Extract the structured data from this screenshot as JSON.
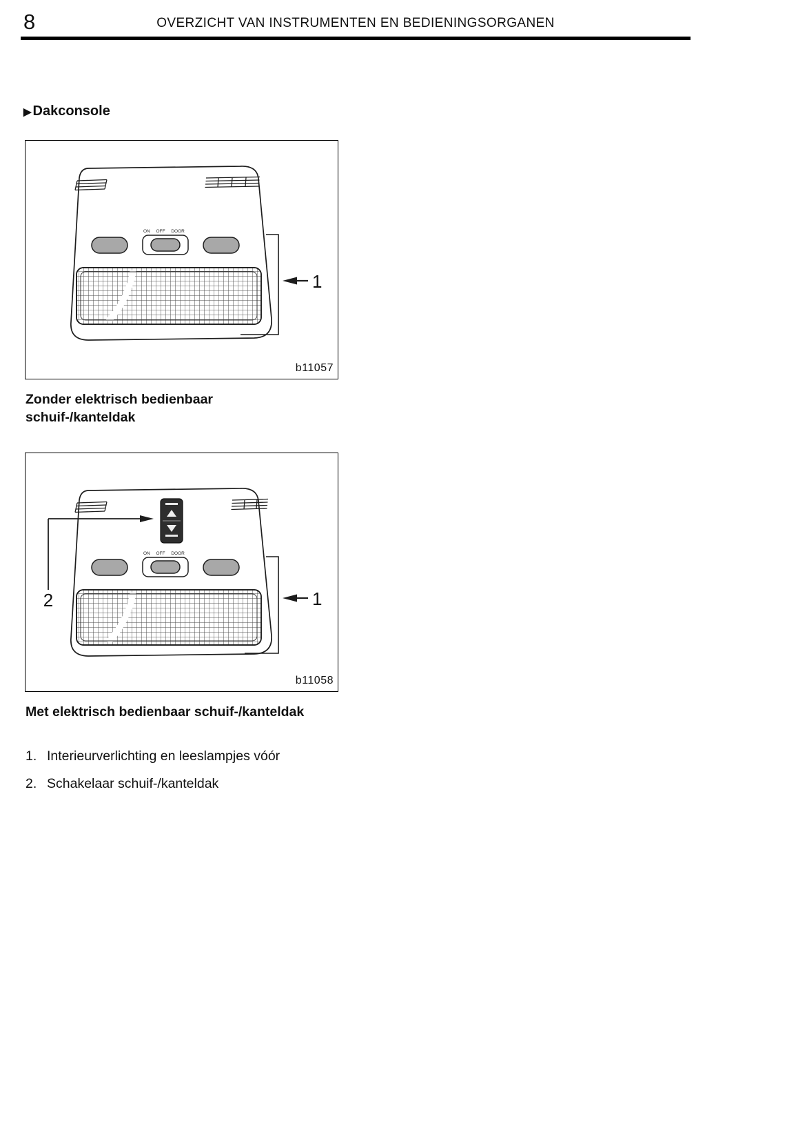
{
  "colors": {
    "ink": "#111111",
    "line": "#1d1d1d",
    "button_fill": "#a8a8a8",
    "switch_fill": "#2e2e2e"
  },
  "page": {
    "number": "8",
    "header": "OVERZICHT VAN INSTRUMENTEN EN BEDIENINGSORGANEN"
  },
  "section": {
    "marker": "▶",
    "title": "Dakconsole"
  },
  "figure1": {
    "code": "b11057",
    "switch_labels": "ON OFF DOOR",
    "callout1": "1",
    "caption_line1": "Zonder elektrisch bedienbaar",
    "caption_line2": "schuif-/kanteldak"
  },
  "figure2": {
    "code": "b11058",
    "switch_labels": "ON OFF DOOR",
    "callout1": "1",
    "callout2": "2",
    "caption": "Met elektrisch bedienbaar schuif-/kanteldak"
  },
  "legend": {
    "items": [
      {
        "num": "1.",
        "text": "Interieurverlichting en leeslampjes vóór"
      },
      {
        "num": "2.",
        "text": "Schakelaar schuif-/kanteldak"
      }
    ]
  }
}
